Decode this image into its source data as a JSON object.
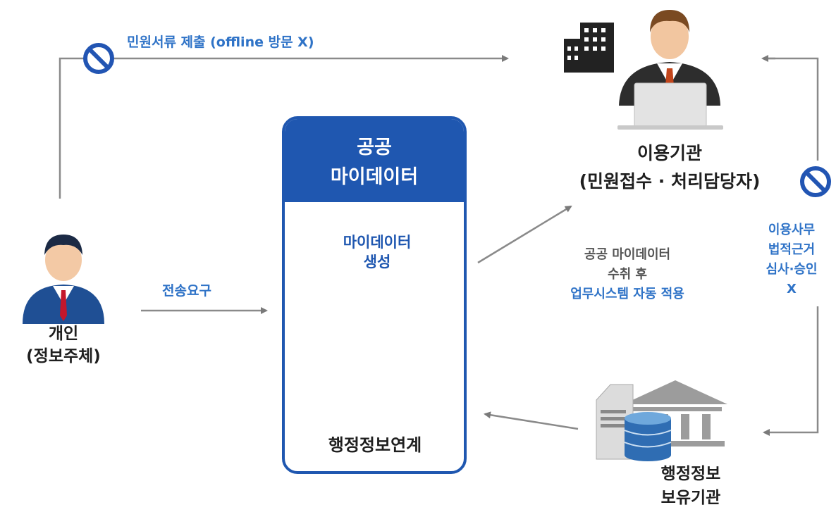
{
  "individual": {
    "line1": "개인",
    "line2": "(정보주체)"
  },
  "top_flow": {
    "label": "민원서류 제출 (offline 방문 X)"
  },
  "transfer": {
    "label": "전송요구"
  },
  "panel": {
    "title_line1": "공공",
    "title_line2": "마이데이터",
    "screen_line1": "마이데이터",
    "screen_line2": "생성",
    "bottom_label": "행정정보연계"
  },
  "user_org": {
    "line1": "이용기관",
    "line2": "(민원접수 · 처리담당자)"
  },
  "auto_apply": {
    "line1": "공공 마이데이터",
    "line2": "수취 후",
    "line3": "업무시스템 자동 적용"
  },
  "review": {
    "line1": "이용사무",
    "line2": "법적근거",
    "line3": "심사·승인",
    "line4": "X"
  },
  "holder_org": {
    "line1": "행정정보",
    "line2": "보유기관"
  },
  "colors": {
    "accent_blue": "#1f57b0",
    "label_blue": "#2f73c7",
    "arrow_gray": "#7a7a7a",
    "prohibit": "#2255b3"
  }
}
